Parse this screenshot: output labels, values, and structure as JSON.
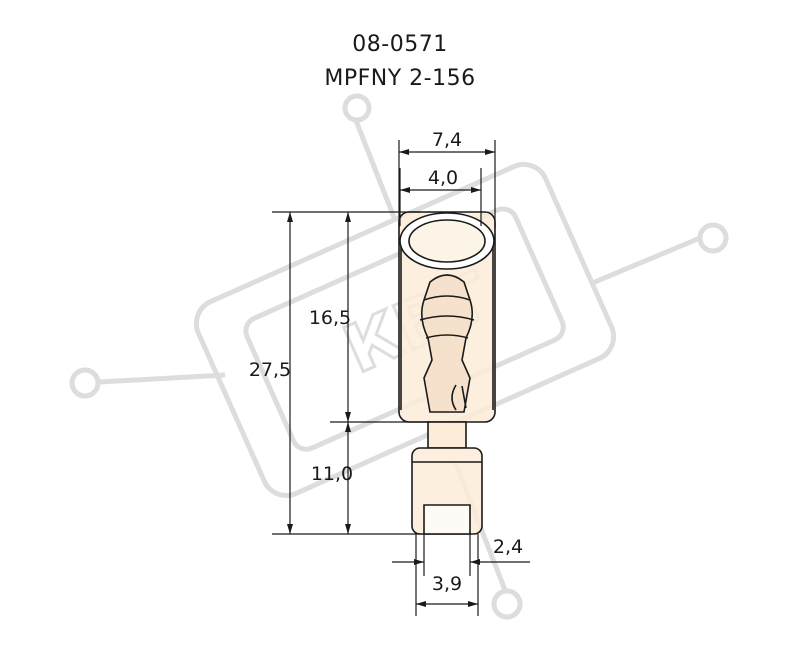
{
  "drawing": {
    "part_number": "08-0571",
    "model": "MPFNY 2-156",
    "watermark_text": "КВТ",
    "colors": {
      "line": "#1a1a1a",
      "body_fill": "#fcecd8",
      "watermark": "#dddddd"
    },
    "dimensions": {
      "outer_diameter": "7,4",
      "inner_diameter": "4,0",
      "body_length": "16,5",
      "total_length": "27,5",
      "sleeve_length": "11,0",
      "wire_inner_diameter": "2,4",
      "sleeve_diameter": "3,9"
    }
  }
}
